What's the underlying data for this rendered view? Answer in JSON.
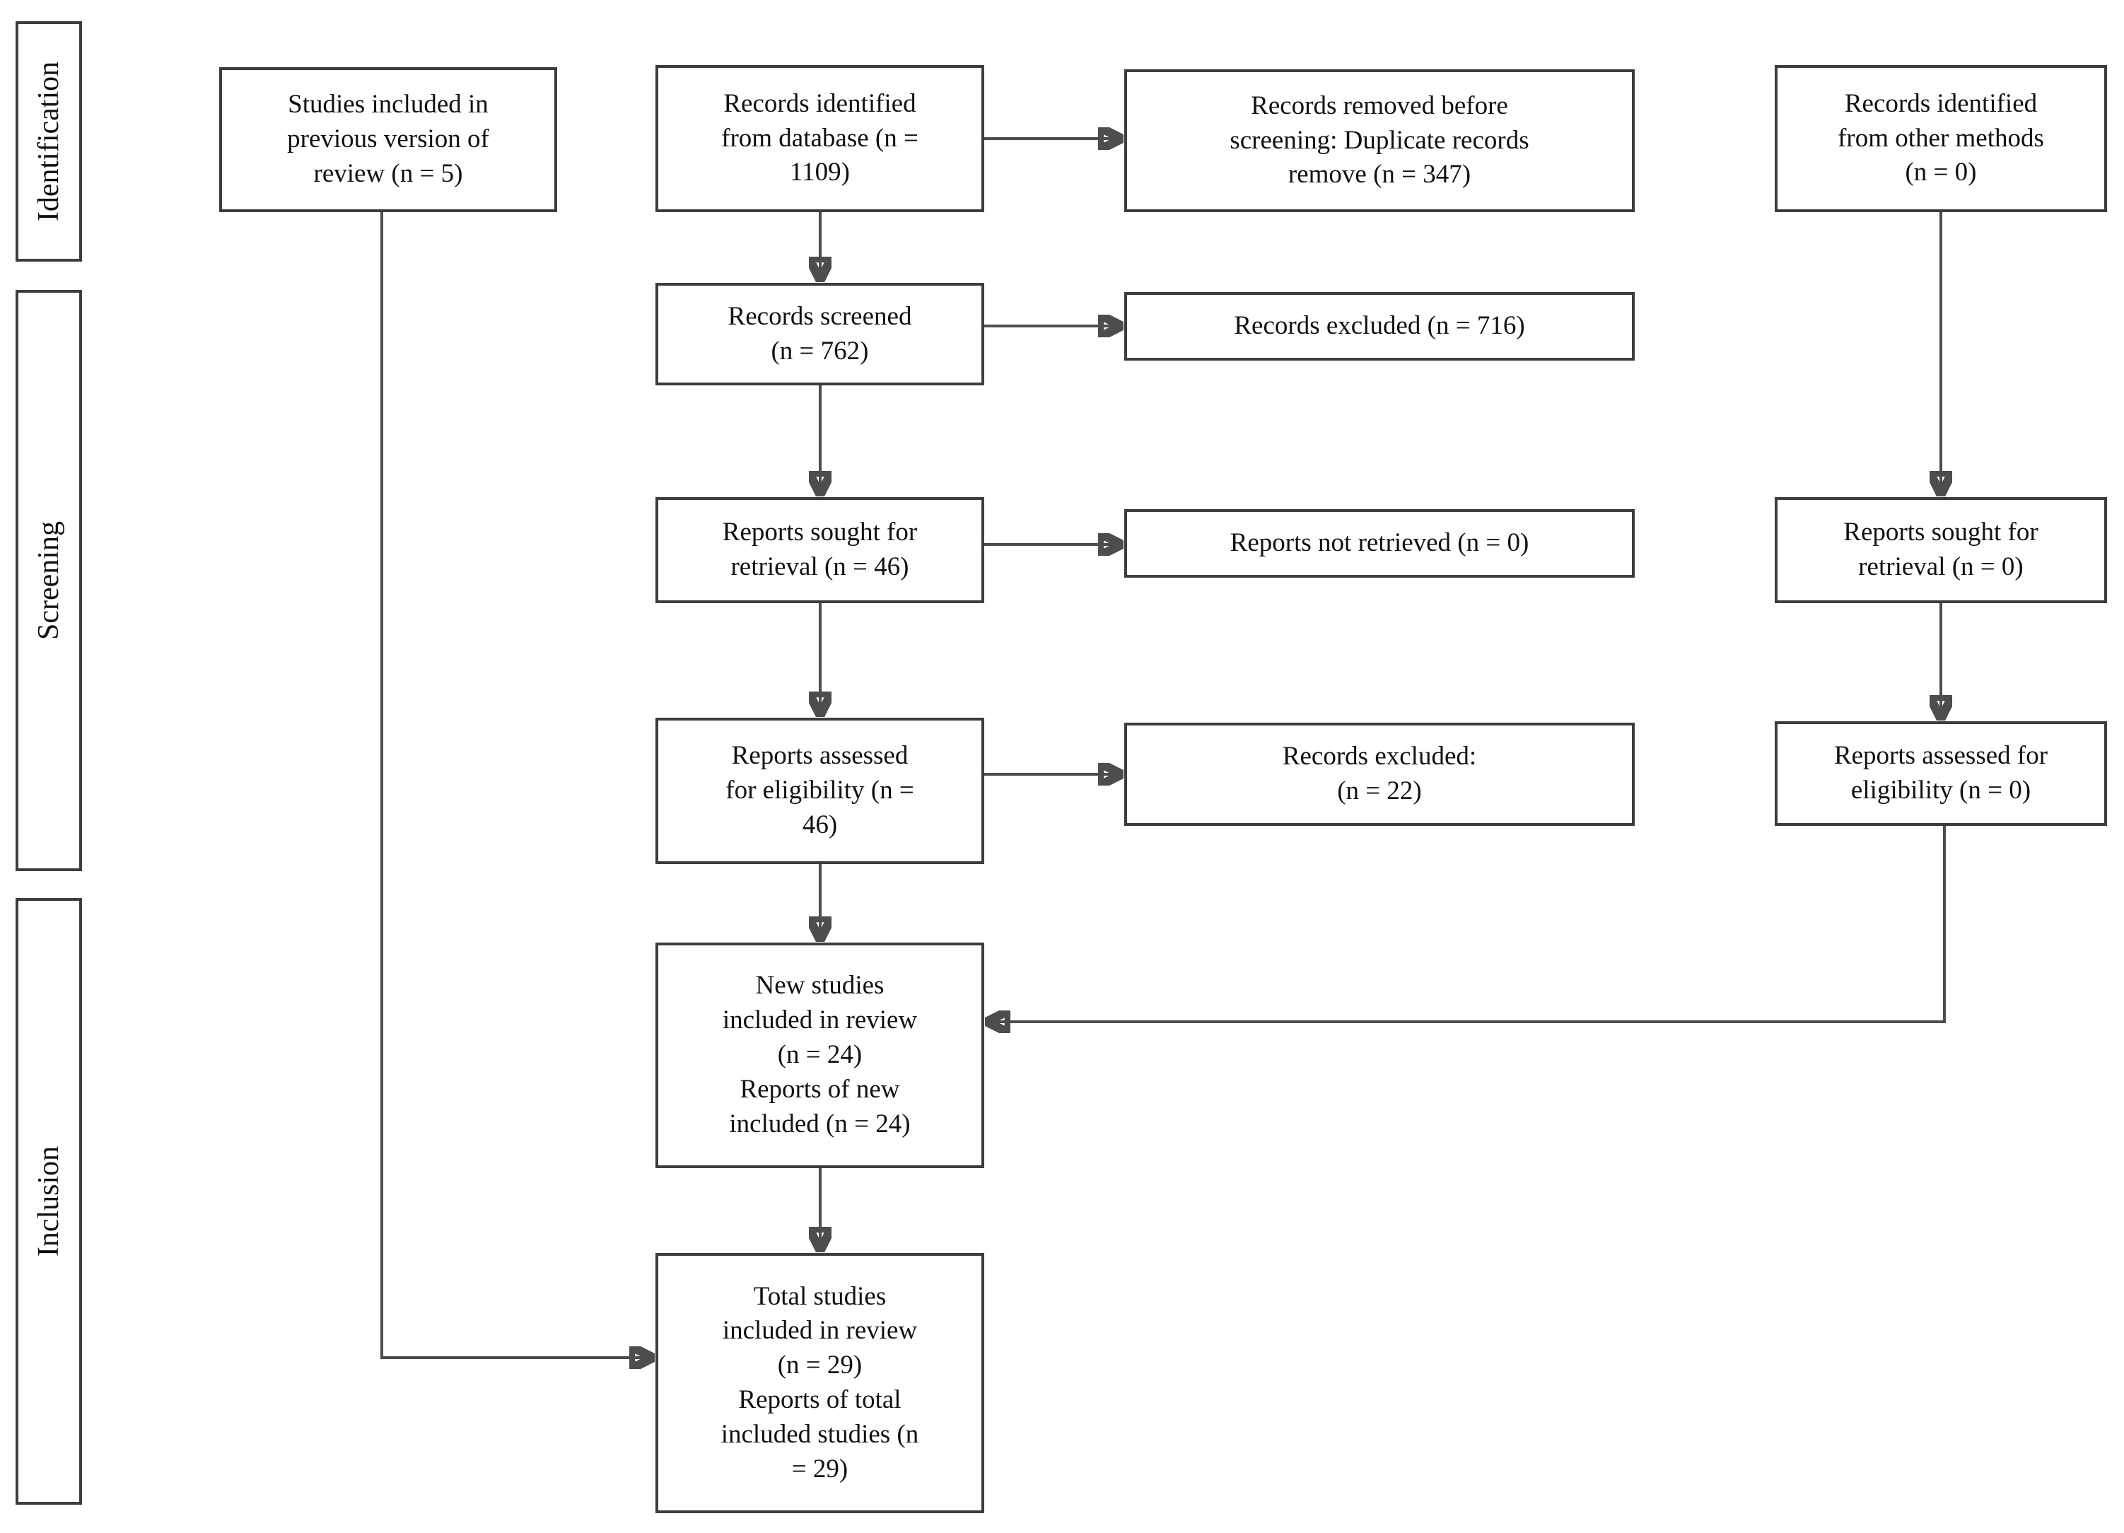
{
  "diagram": {
    "type": "prisma-flow",
    "colors": {
      "background": "#ffffff",
      "box_border": "#3d3d3d",
      "connector": "#4d4d4d",
      "arrowhead": "#111111",
      "text": "#111111"
    },
    "stages": {
      "identification": "Identification",
      "screening": "Screening",
      "inclusion": "Inclusion"
    },
    "boxes": {
      "previous_version": {
        "lines": [
          "Studies included in",
          "previous version of",
          "review (n = 5)"
        ]
      },
      "identified_database": {
        "lines": [
          "Records identified",
          "from database (n =",
          "1109)"
        ]
      },
      "removed_before_screening": {
        "lines": [
          "Records removed before",
          "screening: Duplicate records",
          "remove (n = 347)"
        ]
      },
      "identified_other_methods": {
        "lines": [
          "Records identified",
          "from other methods",
          "(n = 0)"
        ]
      },
      "records_screened": {
        "lines": [
          "Records screened",
          "(n = 762)"
        ]
      },
      "records_excluded": {
        "lines": [
          "Records excluded (n = 716)"
        ]
      },
      "reports_sought": {
        "lines": [
          "Reports sought for",
          "retrieval (n = 46)"
        ]
      },
      "reports_not_retrieved": {
        "lines": [
          "Reports not retrieved (n = 0)"
        ]
      },
      "reports_sought_other": {
        "lines": [
          "Reports sought for",
          "retrieval (n = 0)"
        ]
      },
      "reports_assessed": {
        "lines": [
          "Reports assessed",
          "for eligibility (n =",
          "46)"
        ]
      },
      "records_excluded_assessment": {
        "lines": [
          "Records excluded:",
          "(n = 22)"
        ]
      },
      "reports_assessed_other": {
        "lines": [
          "Reports assessed for",
          "eligibility (n = 0)"
        ]
      },
      "new_studies_included": {
        "lines": [
          "New studies",
          "included in review",
          "(n = 24)",
          "Reports of new",
          "included (n = 24)"
        ]
      },
      "total_studies_included": {
        "lines": [
          "Total studies",
          "included in review",
          "(n = 29)",
          "Reports of total",
          "included studies (n",
          "= 29)"
        ]
      }
    }
  }
}
